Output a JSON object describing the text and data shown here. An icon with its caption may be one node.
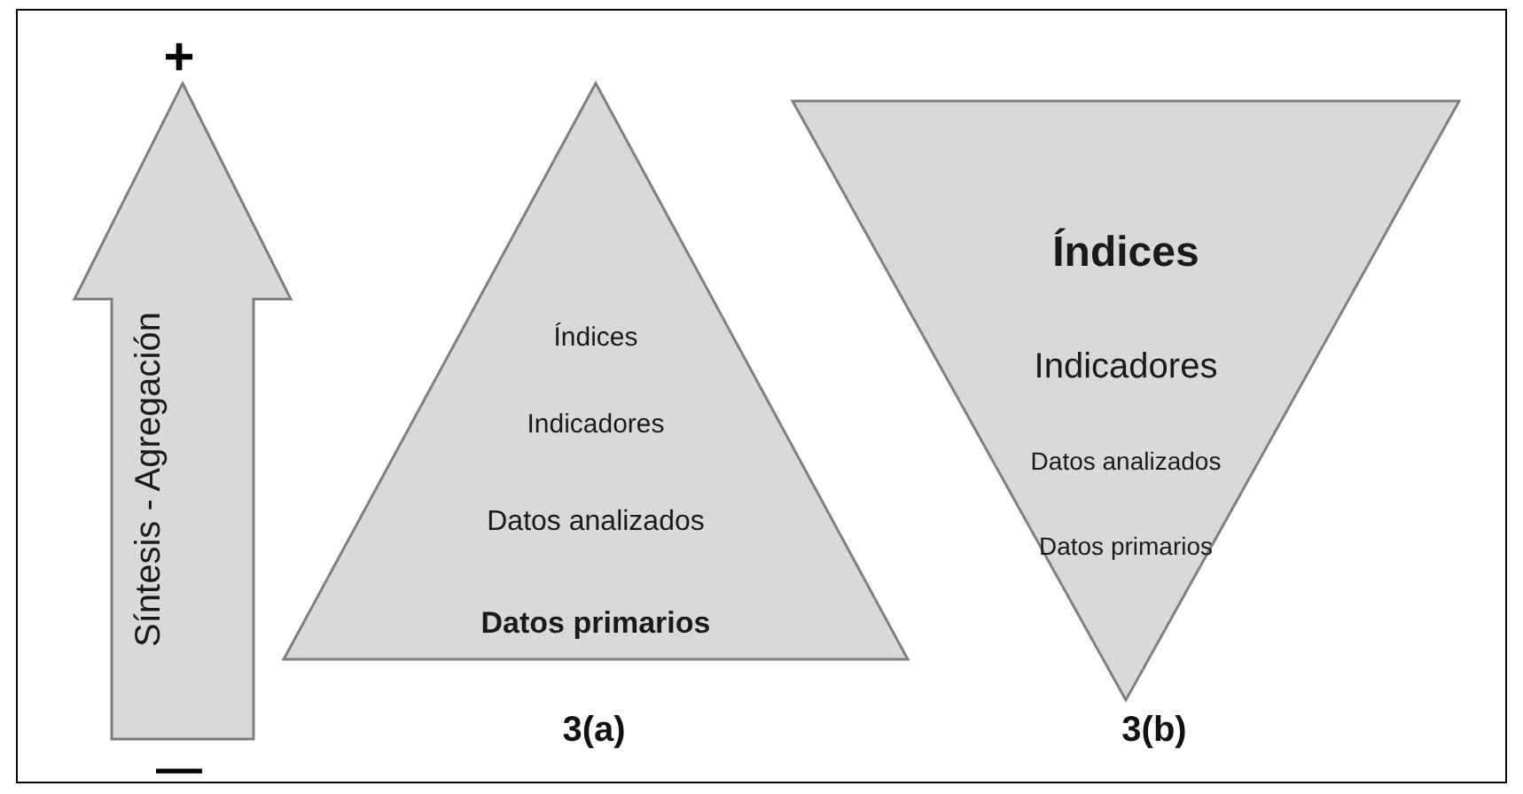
{
  "diagram": {
    "nodes": [
      {
        "text": [
          "Síntesis - Agregación"
        ]
      },
      {
        "text": [
          "Índices",
          "Indicadores",
          "Datos analizados",
          "Datos primarios"
        ],
        "beside": [
          "3(a)"
        ]
      },
      {
        "text": [
          "Índices",
          "Indicadores",
          "Datos analizados",
          "Datos primarios"
        ],
        "beside": [
          "3(b)"
        ]
      }
    ],
    "labels": [
      "+",
      "—"
    ]
  }
}
